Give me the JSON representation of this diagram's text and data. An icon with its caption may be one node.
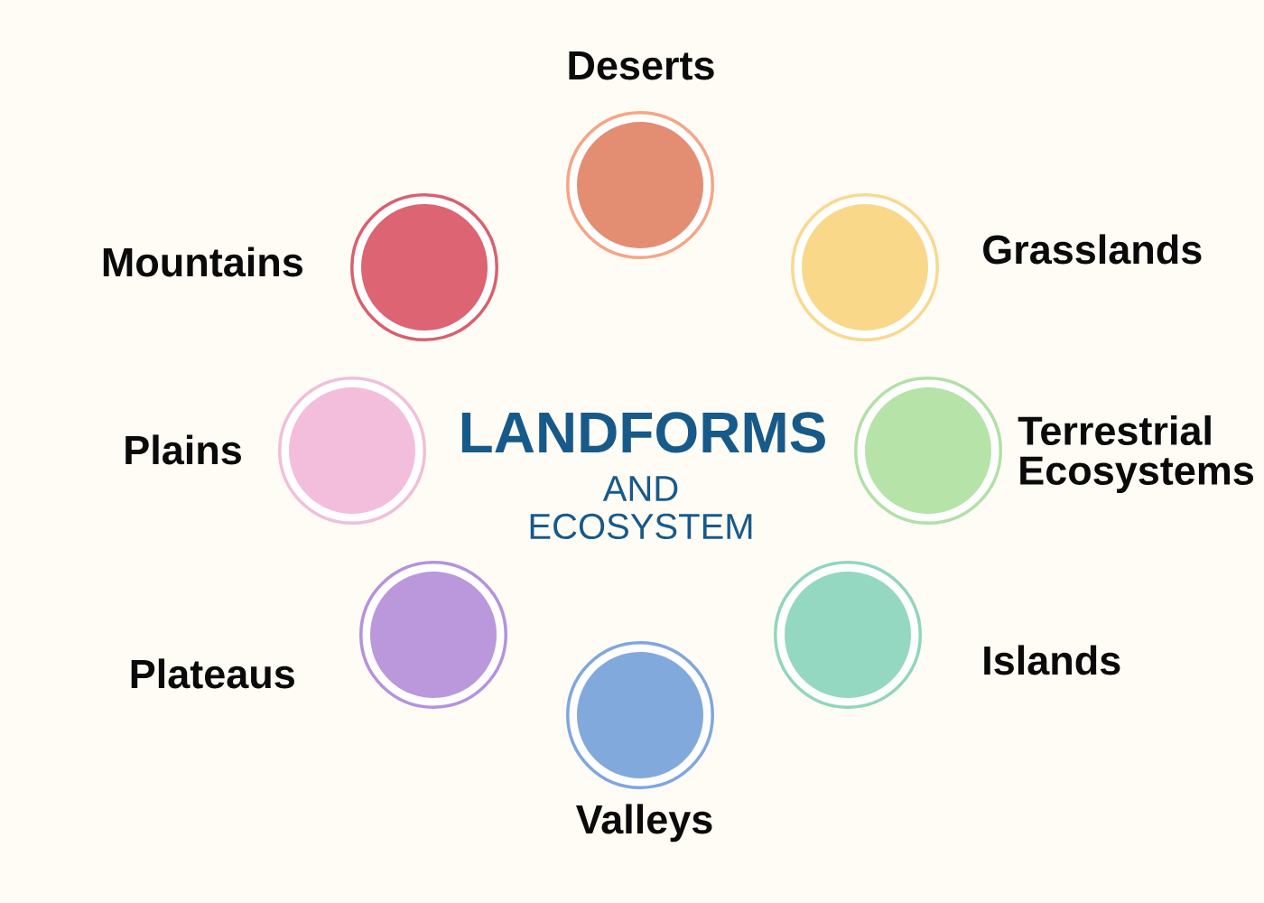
{
  "diagram": {
    "title": "LANDFORMS",
    "nodes": [
      {
        "text": [],
        "shape": "circle",
        "beside": [
          "Deserts"
        ]
      },
      {
        "text": [],
        "shape": "circle",
        "beside": [
          "Mountains"
        ]
      },
      {
        "text": [],
        "shape": "circle",
        "beside": [
          "Grasslands"
        ]
      },
      {
        "text": [],
        "shape": "circle",
        "beside": [
          "Plains"
        ]
      },
      {
        "text": [],
        "shape": "circle",
        "beside": [
          "Terrestrial Ecosystems"
        ]
      },
      {
        "text": [],
        "shape": "circle",
        "beside": [
          "Plateaus"
        ]
      },
      {
        "text": [],
        "shape": "circle",
        "beside": [
          "Islands"
        ]
      },
      {
        "text": [],
        "shape": "circle",
        "beside": [
          "Valleys"
        ]
      }
    ],
    "labels": [
      "AND ECOSYSTEM"
    ]
  }
}
